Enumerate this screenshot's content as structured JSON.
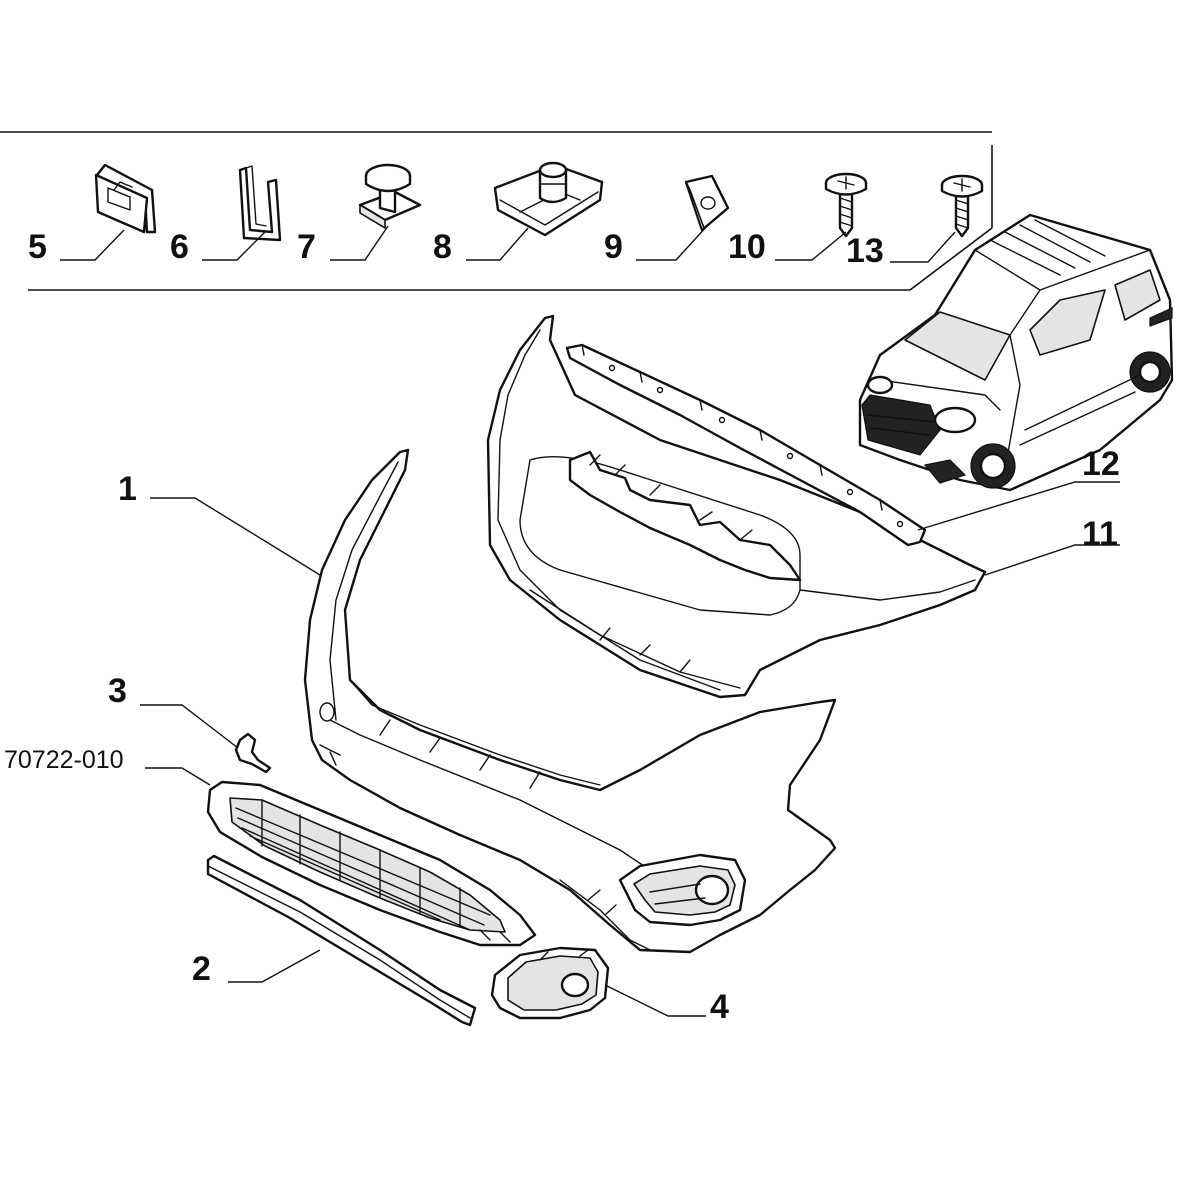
{
  "callouts": {
    "c1": "1",
    "c2": "2",
    "c3": "3",
    "c4": "4",
    "c5": "5",
    "c6": "6",
    "c7": "7",
    "c8": "8",
    "c9": "9",
    "c10": "10",
    "c11": "11",
    "c12": "12",
    "c13": "13",
    "ref": "70722-010"
  }
}
